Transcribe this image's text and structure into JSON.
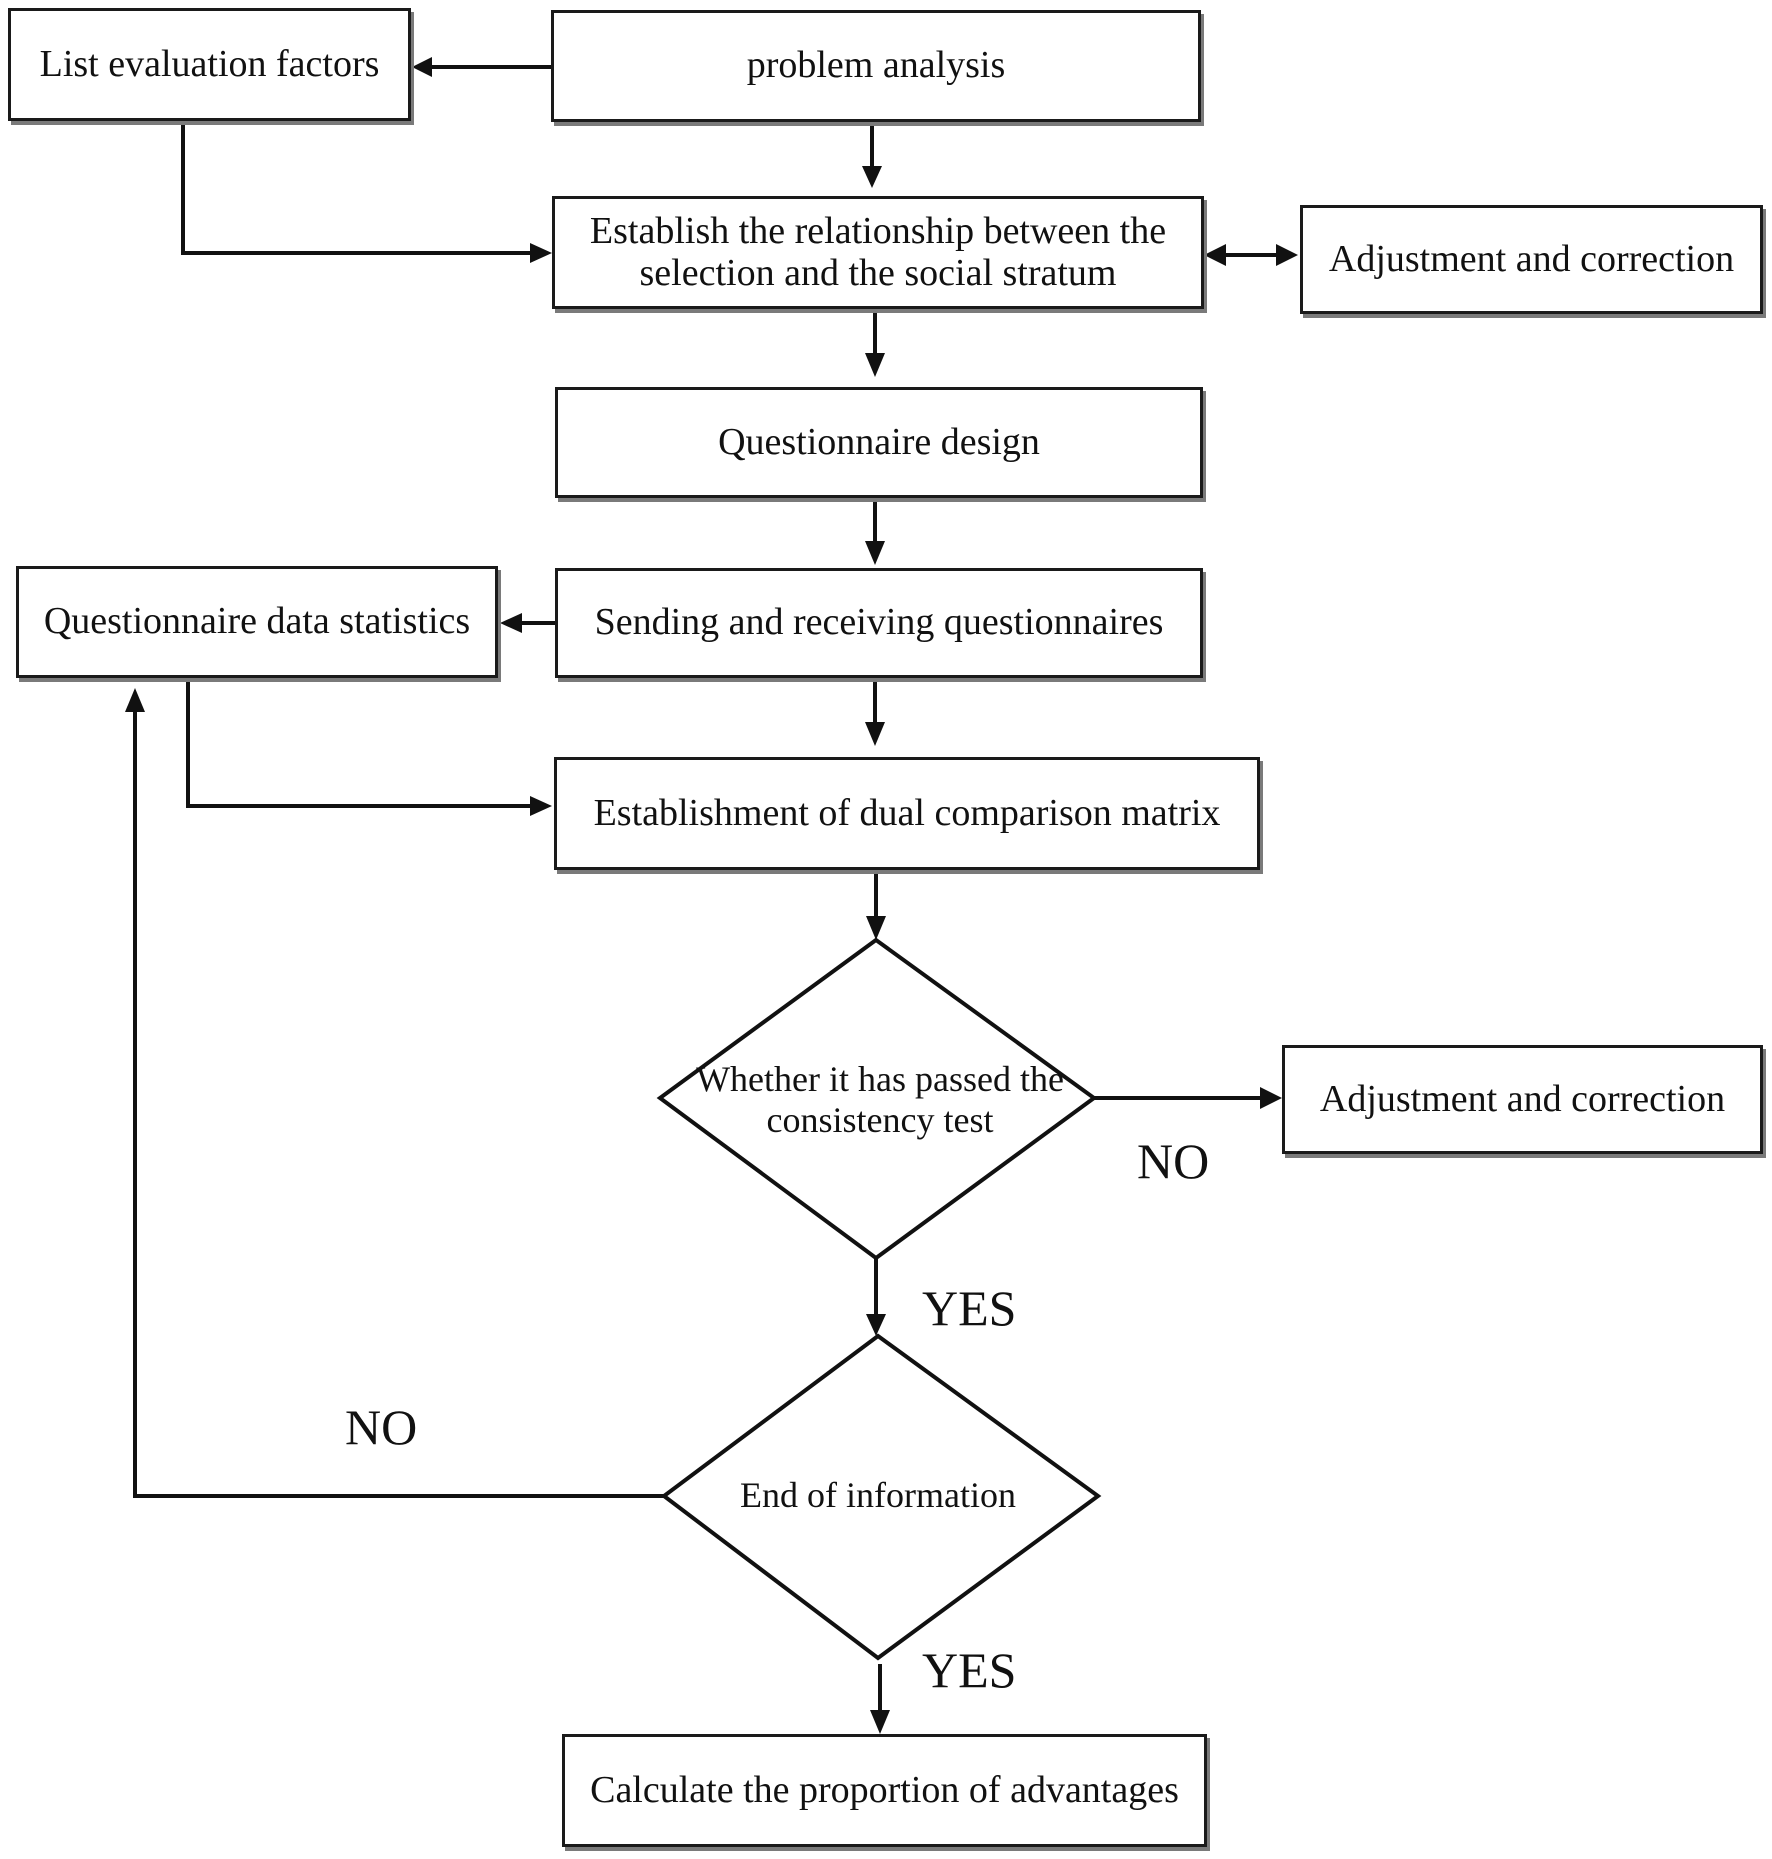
{
  "nodes": {
    "problem_analysis": "problem analysis",
    "list_factors": "List evaluation factors",
    "establish_relationship": "Establish the relationship between the selection and the social stratum",
    "adjust_top": "Adjustment and correction",
    "questionnaire_design": "Questionnaire design",
    "sending_receiving": "Sending and receiving questionnaires",
    "data_statistics": "Questionnaire data statistics",
    "dual_matrix": "Establishment of dual comparison matrix",
    "consistency_test": "Whether it has passed the consistency test",
    "adjust_mid": "Adjustment and correction",
    "end_info": "End of information",
    "calculate": "Calculate the proportion of advantages"
  },
  "labels": {
    "no_consistency": "NO",
    "yes_consistency": "YES",
    "no_end": "NO",
    "yes_end": "YES"
  }
}
